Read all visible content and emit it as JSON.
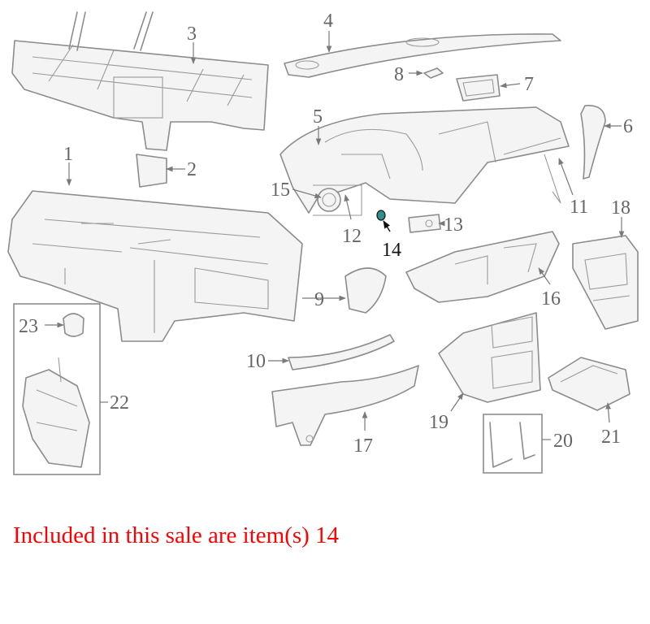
{
  "callouts": [
    "1",
    "2",
    "3",
    "4",
    "5",
    "6",
    "7",
    "8",
    "9",
    "10",
    "11",
    "12",
    "13",
    "14",
    "15",
    "16",
    "17",
    "18",
    "19",
    "20",
    "21",
    "22",
    "23"
  ],
  "highlighted_item": "14",
  "caption": "Included in this sale are item(s) 14",
  "colors": {
    "line": "#8c8c8c",
    "label": "#666666",
    "highlight_label": "#111111",
    "highlight_part": "#2f8f8a",
    "caption": "#ff0000"
  }
}
